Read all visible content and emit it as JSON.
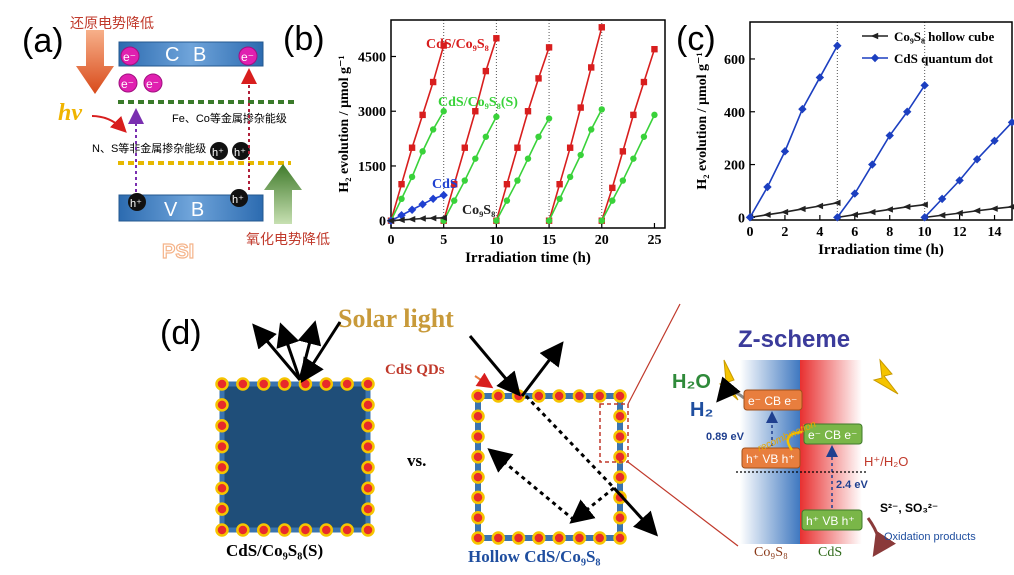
{
  "panel_labels": {
    "a": "(a)",
    "b": "(b)",
    "c": "(c)",
    "d": "(d)"
  },
  "panel_a": {
    "cb_label": "C B",
    "vb_label": "V B",
    "reduction_label": "还原电势降低",
    "oxidation_label": "氧化电势降低",
    "hv_label": "hv",
    "metal_level_label": "Fe、Co等金属掺杂能级",
    "nonmetal_level_label": "N、S等非金属掺杂能级",
    "psi_label": "PSI",
    "electron": "e⁻",
    "hole": "h⁺",
    "colors": {
      "band": "#3d7fc0",
      "electron": "#e020b0",
      "arrow_red": "#e05a2a",
      "arrow_green": "#4f8a2f",
      "metal_level": "#3a7a2a",
      "nonmetal_level": "#e6b800",
      "hv": "#f0b400"
    }
  },
  "chart_data": [
    {
      "type": "line",
      "panel": "b",
      "xlabel": "Irradiation time (h)",
      "ylabel": "H₂ evolution / μmol g⁻¹",
      "xlim": [
        0,
        26
      ],
      "ylim": [
        -200,
        5500
      ],
      "xticks": [
        0,
        5,
        10,
        15,
        20,
        25
      ],
      "yticks": [
        0,
        1500,
        3000,
        4500
      ],
      "cycle_dividers": [
        5,
        10,
        15,
        20
      ],
      "series": [
        {
          "name": "CdS/Co₉S₈",
          "color": "#d81e1e",
          "marker": "square",
          "segments": [
            {
              "x": [
                0,
                1,
                2,
                3,
                4,
                5
              ],
              "y": [
                0,
                1000,
                2000,
                2900,
                3800,
                4800
              ]
            },
            {
              "x": [
                5,
                6,
                7,
                8,
                9,
                10
              ],
              "y": [
                0,
                1000,
                2000,
                3000,
                4100,
                5000
              ]
            },
            {
              "x": [
                10,
                11,
                12,
                13,
                14,
                15
              ],
              "y": [
                0,
                1000,
                2000,
                3000,
                3900,
                4750
              ]
            },
            {
              "x": [
                15,
                16,
                17,
                18,
                19,
                20
              ],
              "y": [
                0,
                1000,
                2000,
                3100,
                4200,
                5300
              ]
            },
            {
              "x": [
                20,
                21,
                22,
                23,
                24,
                25
              ],
              "y": [
                0,
                900,
                1900,
                2900,
                3800,
                4700
              ]
            }
          ]
        },
        {
          "name": "CdS/Co₉S₈(S)",
          "color": "#39d23a",
          "marker": "circle",
          "segments": [
            {
              "x": [
                0,
                1,
                2,
                3,
                4,
                5
              ],
              "y": [
                0,
                600,
                1200,
                1900,
                2500,
                3000
              ]
            },
            {
              "x": [
                5,
                6,
                7,
                8,
                9,
                10
              ],
              "y": [
                0,
                550,
                1100,
                1700,
                2300,
                2850
              ]
            },
            {
              "x": [
                10,
                11,
                12,
                13,
                14,
                15
              ],
              "y": [
                0,
                550,
                1100,
                1700,
                2300,
                2800
              ]
            },
            {
              "x": [
                15,
                16,
                17,
                18,
                19,
                20
              ],
              "y": [
                0,
                600,
                1200,
                1800,
                2500,
                3050
              ]
            },
            {
              "x": [
                20,
                21,
                22,
                23,
                24,
                25
              ],
              "y": [
                0,
                550,
                1100,
                1700,
                2300,
                2900
              ]
            }
          ]
        },
        {
          "name": "CdS",
          "color": "#2040d0",
          "marker": "diamond",
          "segments": [
            {
              "x": [
                0,
                1,
                2,
                3,
                4,
                5
              ],
              "y": [
                0,
                150,
                300,
                450,
                600,
                700
              ]
            }
          ]
        },
        {
          "name": "Co₉S₈",
          "color": "#222222",
          "marker": "triangle",
          "segments": [
            {
              "x": [
                0,
                1,
                2,
                3,
                4,
                5
              ],
              "y": [
                0,
                20,
                40,
                60,
                70,
                80
              ]
            }
          ]
        }
      ]
    },
    {
      "type": "line",
      "panel": "c",
      "xlabel": "Irradiation time (h)",
      "ylabel": "H₂ evolution / μmol g⁻¹",
      "xlim": [
        0,
        15
      ],
      "ylim": [
        -10,
        740
      ],
      "xticks": [
        0,
        2,
        4,
        6,
        8,
        10,
        12,
        14
      ],
      "yticks": [
        0,
        200,
        400,
        600
      ],
      "cycle_dividers": [
        5,
        10
      ],
      "legend": "top-right",
      "series": [
        {
          "name": "Co₉S₈ hollow cube",
          "color": "#222222",
          "marker": "triangle",
          "segments": [
            {
              "x": [
                0,
                1,
                2,
                3,
                4,
                5
              ],
              "y": [
                0,
                10,
                20,
                32,
                43,
                55
              ]
            },
            {
              "x": [
                5,
                6,
                7,
                8,
                9,
                10
              ],
              "y": [
                0,
                10,
                20,
                30,
                40,
                48
              ]
            },
            {
              "x": [
                10,
                11,
                12,
                13,
                14,
                15
              ],
              "y": [
                0,
                8,
                16,
                25,
                33,
                40
              ]
            }
          ]
        },
        {
          "name": "CdS quantum dot",
          "color": "#1c3fc0",
          "marker": "diamond",
          "segments": [
            {
              "x": [
                0,
                1,
                2,
                3,
                4,
                5
              ],
              "y": [
                0,
                115,
                250,
                410,
                530,
                650
              ]
            },
            {
              "x": [
                5,
                6,
                7,
                8,
                9,
                10
              ],
              "y": [
                0,
                90,
                200,
                310,
                400,
                500
              ]
            },
            {
              "x": [
                10,
                11,
                12,
                13,
                14,
                15
              ],
              "y": [
                0,
                70,
                140,
                220,
                290,
                360
              ]
            }
          ]
        }
      ]
    }
  ],
  "panel_d": {
    "solar_light": "Solar light",
    "cds_qds": "CdS QDs",
    "vs": "vs.",
    "left_caption": "CdS/Co₉S₈(S)",
    "right_caption": "Hollow CdS/Co₉S₈",
    "zscheme_title": "Z-scheme",
    "h2o": "H₂O",
    "h2": "H₂",
    "cb_left": "e⁻ CB e⁻",
    "vb_left": "h⁺ VB h⁺",
    "cb_right": "e⁻ CB e⁻",
    "vb_right": "h⁺ VB h⁺",
    "gap_left": "0.89 eV",
    "gap_right": "2.4 eV",
    "recombination": "recombination",
    "redox_level": "H⁺/H₂O",
    "sacrificial": "S²⁻, SO₃²⁻",
    "oxidation_products": "Oxidation products",
    "co9s8": "Co₉S₈",
    "cds": "CdS",
    "colors": {
      "cube": "#1f4e79",
      "cube_border": "#3a74b0",
      "dot": "#e82a2a",
      "dot_border": "#f5c400",
      "title": "#3b3b9b",
      "cb_box": "#e87e3e",
      "vb_box": "#7ab648",
      "solar": "#c89a3a",
      "co9s8_region": "#5a8fcc",
      "cds_region": "#e84040"
    }
  }
}
